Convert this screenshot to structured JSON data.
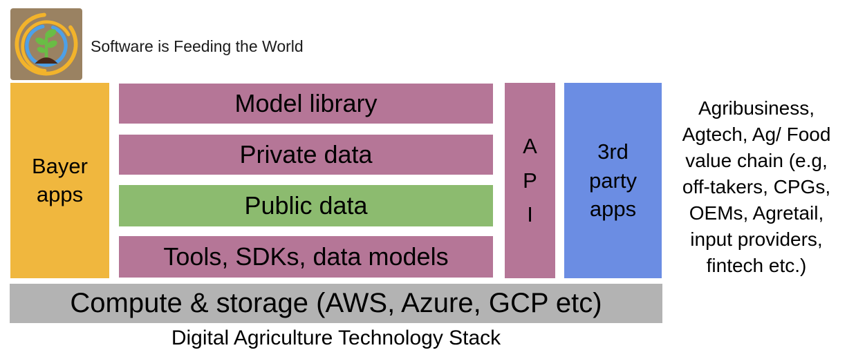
{
  "header": {
    "tagline": "Software is Feeding the World",
    "logo_icon": "sprout-in-swirl-icon",
    "logo_colors": {
      "background": "#9a8262",
      "outer_swirl": "#f2b32b",
      "inner_ring": "#4da0e8",
      "plant": "#69bd45",
      "soil": "#47281a"
    }
  },
  "stack": {
    "left_block": {
      "label": "Bayer\napps",
      "color": "#f0b73e"
    },
    "layers": [
      {
        "label": "Model library",
        "color": "#b57697"
      },
      {
        "label": "Private data",
        "color": "#b57697"
      },
      {
        "label": "Public data",
        "color": "#8cbb6f"
      },
      {
        "label": "Tools, SDKs, data models",
        "color": "#b57697"
      }
    ],
    "api_block": {
      "label": "A\nP\nI",
      "color": "#b57697"
    },
    "third_party_block": {
      "label": "3rd\nparty\napps",
      "color": "#6b8de3"
    },
    "right_note": "Agribusiness,\nAgtech, Ag/ Food\nvalue chain (e.g,\noff-takers, CPGs,\nOEMs, Agretail,\ninput providers,\nfintech etc.)",
    "base_bar": {
      "label": "Compute & storage (AWS, Azure, GCP etc)",
      "color": "#b3b3b3"
    },
    "caption": "Digital Agriculture Technology Stack"
  }
}
